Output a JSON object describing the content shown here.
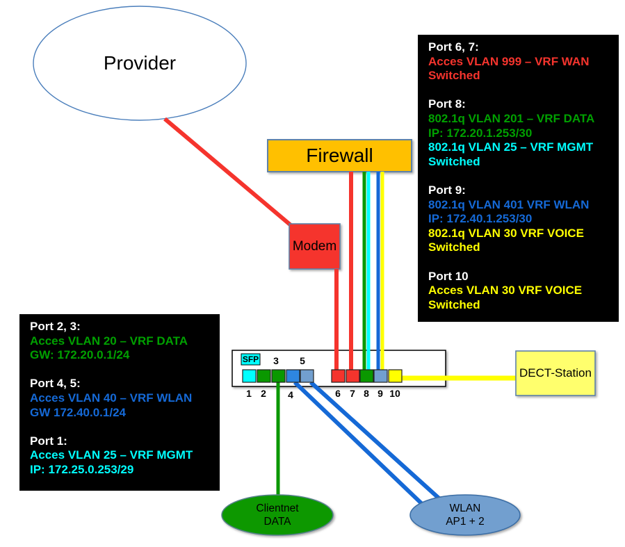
{
  "palette": {
    "red": "#F5342D",
    "green": "#0A9800",
    "text_green": "#00A000",
    "cyan": "#00FFFF",
    "blue": "#1569D6",
    "port_blue": "#2E86E0",
    "steel_blue": "#729FCF",
    "yellow": "#FFFF00",
    "light_yellow": "#FFFF6D",
    "gold": "#FFC000",
    "white": "#FFFFFF",
    "black": "#000000"
  },
  "nodes": {
    "provider": {
      "label": "Provider",
      "fill": "#FFFFFF",
      "border": "#4A7EBB"
    },
    "firewall": {
      "label": "Firewall",
      "fill": "#FFC000",
      "border": "#5E82A8"
    },
    "modem": {
      "label": "Modem",
      "fill": "#F5342D",
      "border": "#5E82A8"
    },
    "dect_station": {
      "label": "DECT-Station",
      "fill": "#FFFF6D",
      "border": "#5E82A8"
    },
    "clientnet": {
      "line1": "Clientnet",
      "line2": "DATA",
      "fill": "#0D9800",
      "border": "#55808A"
    },
    "wlan": {
      "line1": "WLAN",
      "line2": "AP1 + 2",
      "fill": "#729FCF",
      "border": "#3C6EA5"
    },
    "switch": {
      "fill": "#FFFFFF",
      "border": "#000000",
      "sfp_label": "SFP",
      "sfp_fill": "#00FFFF"
    }
  },
  "switch_ports": [
    {
      "label": "1",
      "color": "#00FFFF"
    },
    {
      "label": "2",
      "color": "#0A9800"
    },
    {
      "label": "3",
      "color": "#0A9800"
    },
    {
      "label": "4",
      "color": "#2E86E0"
    },
    {
      "label": "5",
      "color": "#729FCF"
    },
    {
      "label": "6",
      "color": "#F5342D"
    },
    {
      "label": "7",
      "color": "#F5342D"
    },
    {
      "label": "8",
      "color": "#0A9800"
    },
    {
      "label": "9",
      "color": "#729FCF"
    },
    {
      "label": "10",
      "color": "#FFFF00"
    }
  ],
  "connections": {
    "provider_modem": {
      "color": "#F5342D"
    },
    "modem_port6": {
      "color": "#F5342D"
    },
    "firewall_port7": {
      "color": "#F5342D"
    },
    "firewall_port8_data": {
      "color": "#0A9800"
    },
    "firewall_port8_mgmt": {
      "color": "#00FFFF"
    },
    "firewall_port9_wlan": {
      "color": "#1569D6"
    },
    "firewall_port9_voice": {
      "color": "#FFFF00"
    },
    "port10_dect": {
      "color": "#FFFF00"
    },
    "port3_clientnet": {
      "color": "#0A9800"
    },
    "port4_wlan": {
      "color": "#1569D6"
    },
    "port5_wlan": {
      "color": "#1569D6"
    }
  },
  "info_boxes": {
    "left": {
      "lines": [
        {
          "text": "Port 2, 3:",
          "color": "#FFFFFF"
        },
        {
          "text": "Acces VLAN 20 – VRF DATA",
          "color": "#00A000"
        },
        {
          "text": "GW: 172.20.0.1/24",
          "color": "#00A000"
        },
        {
          "text": "Port 4, 5:",
          "color": "#FFFFFF"
        },
        {
          "text": "Acces VLAN 40 – VRF WLAN",
          "color": "#1569D6"
        },
        {
          "text": "GW 172.40.0.1/24",
          "color": "#1569D6"
        },
        {
          "text": "Port 1:",
          "color": "#FFFFFF"
        },
        {
          "text": "Acces VLAN 25 – VRF MGMT",
          "color": "#00FFFF"
        },
        {
          "text": "IP: 172.25.0.253/29",
          "color": "#00FFFF"
        }
      ]
    },
    "right": {
      "lines": [
        {
          "text": "Port 6, 7:",
          "color": "#FFFFFF"
        },
        {
          "text": "Acces VLAN 999 – VRF WAN",
          "color": "#F5342D"
        },
        {
          "text": "Switched",
          "color": "#F5342D"
        },
        {
          "text": "Port 8:",
          "color": "#FFFFFF"
        },
        {
          "text": "802.1q VLAN 201 – VRF DATA",
          "color": "#00A000"
        },
        {
          "text": "IP: 172.20.1.253/30",
          "color": "#00A000"
        },
        {
          "text": "802.1q VLAN 25 – VRF MGMT",
          "color": "#00FFFF"
        },
        {
          "text": "Switched",
          "color": "#00FFFF"
        },
        {
          "text": "Port 9:",
          "color": "#FFFFFF"
        },
        {
          "text": "802.1q VLAN 401 VRF WLAN",
          "color": "#1569D6"
        },
        {
          "text": "IP: 172.40.1.253/30",
          "color": "#1569D6"
        },
        {
          "text": "802.1q VLAN 30 VRF VOICE",
          "color": "#FFFF00"
        },
        {
          "text": "Switched",
          "color": "#FFFF00"
        },
        {
          "text": "Port 10",
          "color": "#FFFFFF"
        },
        {
          "text": "Acces VLAN 30 VRF VOICE",
          "color": "#FFFF00"
        },
        {
          "text": "Switched",
          "color": "#FFFF00"
        }
      ]
    }
  }
}
